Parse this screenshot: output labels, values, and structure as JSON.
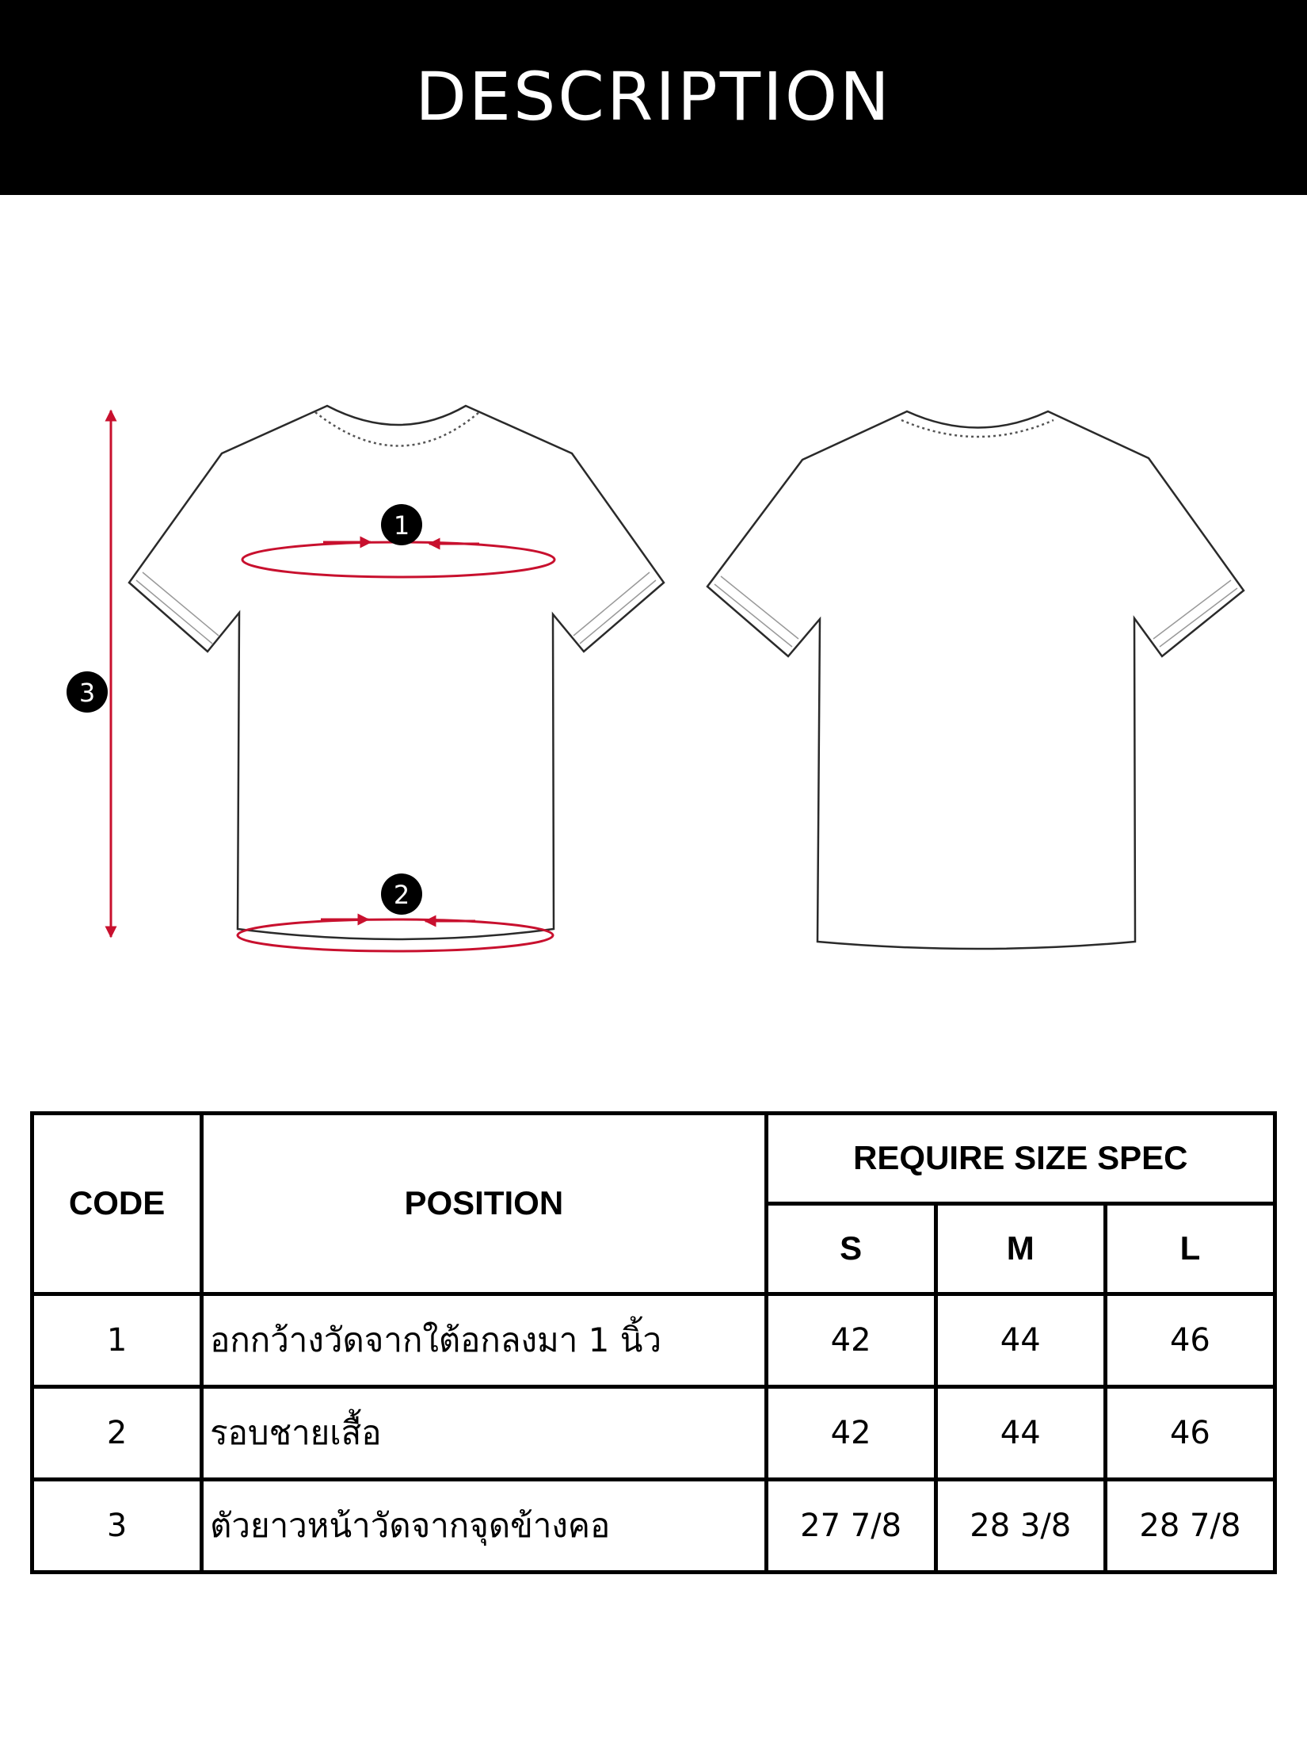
{
  "header": {
    "title": "DESCRIPTION"
  },
  "diagram": {
    "markers": [
      "1",
      "2",
      "3"
    ],
    "colors": {
      "measure_line": "#c8102e",
      "outline": "#2a2a2a",
      "marker_bg": "#000000"
    }
  },
  "table": {
    "headers": {
      "code": "CODE",
      "position": "POSITION",
      "spec": "REQUIRE SIZE SPEC",
      "sizes": [
        "S",
        "M",
        "L"
      ]
    },
    "rows": [
      {
        "code": "1",
        "position": "อกกว้างวัดจากใต้อกลงมา 1 นิ้ว",
        "s": "42",
        "m": "44",
        "l": "46"
      },
      {
        "code": "2",
        "position": "รอบชายเสื้อ",
        "s": "42",
        "m": "44",
        "l": "46"
      },
      {
        "code": "3",
        "position": "ตัวยาวหน้าวัดจากจุดข้างคอ",
        "s": "27 7/8",
        "m": "28 3/8",
        "l": "28 7/8"
      }
    ]
  }
}
